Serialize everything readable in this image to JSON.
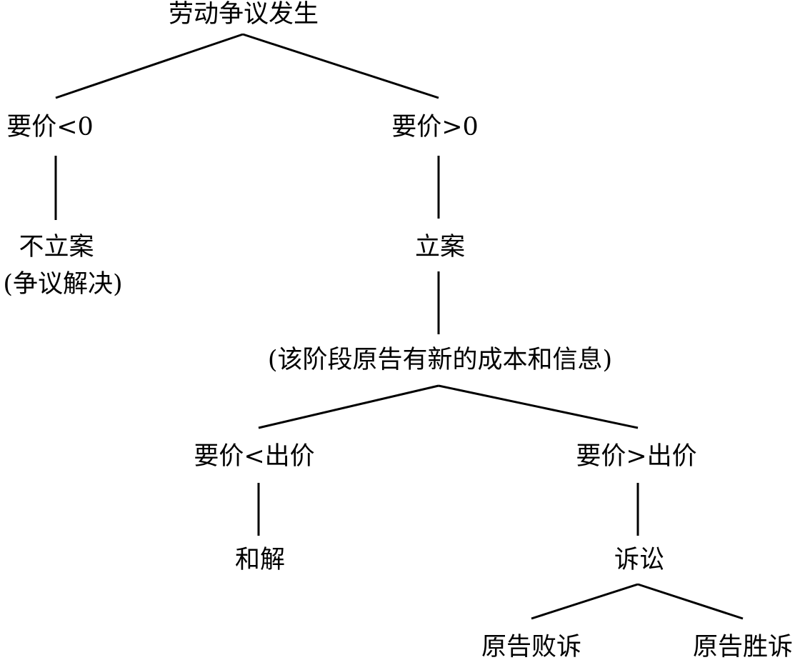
{
  "diagram": {
    "type": "decision-tree",
    "nodes": {
      "root": "劳动争议发生",
      "ask_lt_0": "要价<0",
      "ask_gt_0": "要价>0",
      "no_filing": "不立案",
      "no_filing_note": "(争议解决)",
      "filing": "立案",
      "stage_note": "(该阶段原告有新的成本和信息)",
      "ask_lt_offer": "要价<出价",
      "ask_gt_offer": "要价>出价",
      "settlement": "和解",
      "litigation": "诉讼",
      "plaintiff_loses": "原告败诉",
      "plaintiff_wins": "原告胜诉"
    },
    "edges": [
      [
        "root",
        "ask_lt_0"
      ],
      [
        "root",
        "ask_gt_0"
      ],
      [
        "ask_lt_0",
        "no_filing"
      ],
      [
        "ask_gt_0",
        "filing"
      ],
      [
        "filing",
        "stage_note"
      ],
      [
        "stage_note",
        "ask_lt_offer"
      ],
      [
        "stage_note",
        "ask_gt_offer"
      ],
      [
        "ask_lt_offer",
        "settlement"
      ],
      [
        "ask_gt_offer",
        "litigation"
      ],
      [
        "litigation",
        "plaintiff_loses"
      ],
      [
        "litigation",
        "plaintiff_wins"
      ]
    ]
  }
}
